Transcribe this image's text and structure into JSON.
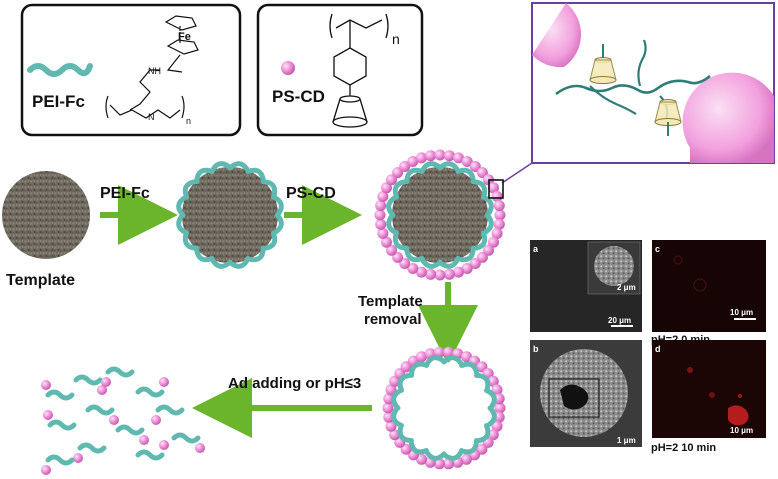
{
  "structures": {
    "pei_fc": {
      "name": "PEI-Fc",
      "fe_label": "Fe",
      "nh_label": "NH",
      "n_label": "N",
      "subscript": "n"
    },
    "ps_cd": {
      "name": "PS-CD",
      "subscript": "n"
    }
  },
  "steps": {
    "template": "Template",
    "step1": "PEI-Fc",
    "step2": "PS-CD",
    "removal_line1": "Template",
    "removal_line2": "removal",
    "release": "Ad adding or pH≤3"
  },
  "micrographs": {
    "a": {
      "letter": "a",
      "scale": "20 μm",
      "inset_scale": "2 μm"
    },
    "b": {
      "letter": "b",
      "scale": "1 μm"
    },
    "c": {
      "letter": "c",
      "scale": "10 μm",
      "caption": "pH=2  0 min"
    },
    "d": {
      "letter": "d",
      "scale": "10 μm",
      "caption": "pH=2  10 min"
    }
  },
  "colors": {
    "polymer": "#5fb9b1",
    "polymer_dark": "#2f7d77",
    "particle": "#f08fd8",
    "arrow": "#6ab52b",
    "frame": "#6b3fa0",
    "template": "#6e675d"
  }
}
